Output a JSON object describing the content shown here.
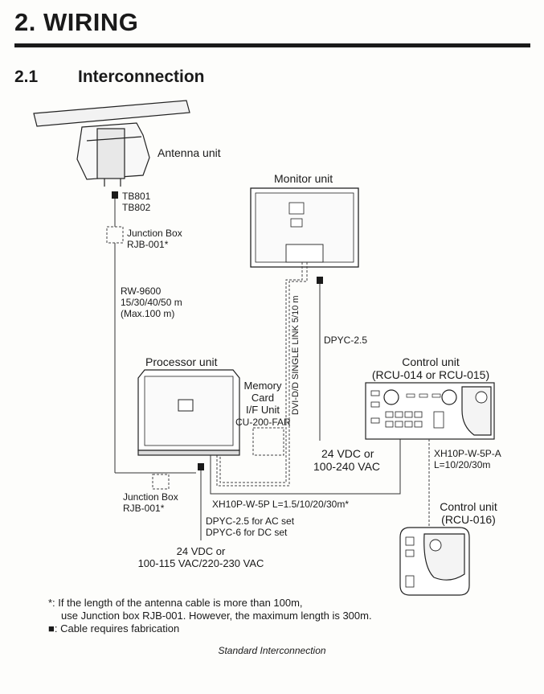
{
  "header": {
    "chapter": "2.  WIRING",
    "section_number": "2.1",
    "section_title": "Interconnection"
  },
  "units": {
    "antenna": "Antenna unit",
    "monitor": "Monitor unit",
    "processor": "Processor unit",
    "memory_card": [
      "Memory",
      "Card",
      "I/F Unit"
    ],
    "memory_card_model": "CU-200-FAR",
    "control_1": "Control unit",
    "control_1_model": "(RCU-014 or RCU-015)",
    "control_2": "Control unit",
    "control_2_model": "(RCU-016)"
  },
  "terminals": {
    "tb801": "TB801",
    "tb802": "TB802"
  },
  "junction_boxes": {
    "top": [
      "Junction Box",
      "RJB-001*"
    ],
    "bottom": [
      "Junction Box",
      "RJB-001*"
    ]
  },
  "cables": {
    "antenna_cable": [
      "RW-9600",
      "15/30/40/50 m",
      "(Max.100 m)"
    ],
    "dvi_link": "DVI-D/D SINGLE LINK  5/10 m",
    "monitor_power_cable": "DPYC-2.5",
    "monitor_power": [
      "24 VDC or",
      "100-240 VAC"
    ],
    "control_link": [
      "XH10P-W-5P-A",
      "L=10/20/30m"
    ],
    "processor_control": "XH10P-W-5P  L=1.5/10/20/30m*",
    "processor_power_cable": [
      "DPYC-2.5 for AC set",
      "DPYC-6 for DC set"
    ],
    "processor_power": [
      "24 VDC or",
      "100-115 VAC/220-230 VAC"
    ]
  },
  "notes": {
    "note_1_line_1": "*: If the length of the antenna cable is more than 100m,",
    "note_1_line_2": "use Junction box RJB-001. However, the maximum length is 300m.",
    "note_2_symbol": "■",
    "note_2_text": ": Cable requires fabrication"
  },
  "caption": "Standard Interconnection"
}
